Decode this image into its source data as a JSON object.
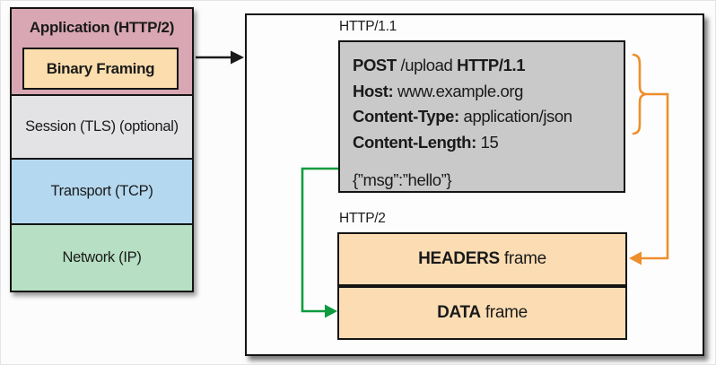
{
  "colors": {
    "application": "#d9a7b3",
    "binary_framing": "#fcddae",
    "session": "#e3e3e5",
    "transport": "#b4d8ef",
    "network": "#b6dfc3",
    "request_box": "#c9c9c9",
    "frame_box": "#fcddb3",
    "connector_black": "#1a1a1a",
    "connector_orange": "#ee8e2c",
    "connector_green": "#0e9b3e"
  },
  "stack": {
    "layers": [
      {
        "label": "Application (HTTP/2)"
      },
      {
        "label": "Session (TLS) (optional)"
      },
      {
        "label": "Transport (TCP)"
      },
      {
        "label": "Network (IP)"
      }
    ],
    "binary_framing_label": "Binary Framing"
  },
  "panel": {
    "http11_label": "HTTP/1.1",
    "http2_label": "HTTP/2",
    "request": {
      "line1": {
        "b1": "POST",
        "r1": " /upload ",
        "b2": "HTTP/1.1"
      },
      "line2": {
        "b1": "Host:",
        "r1": " www.example.org"
      },
      "line3": {
        "b1": "Content-Type:",
        "r1": " application/json"
      },
      "line4": {
        "b1": "Content-Length:",
        "r1": " 15"
      },
      "body": "{”msg”:”hello”}"
    },
    "frames": {
      "headers": {
        "b": "HEADERS",
        "r": " frame"
      },
      "data": {
        "b": "DATA",
        "r": " frame"
      }
    }
  }
}
